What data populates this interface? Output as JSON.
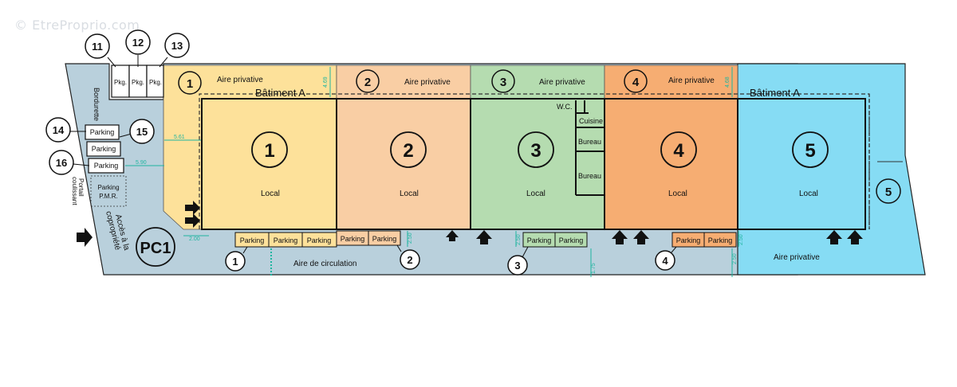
{
  "watermark": "© EtreProprio.com",
  "colors": {
    "common": "#b9d0dc",
    "lot1": "#fde19a",
    "lot2": "#f9cea4",
    "lot3": "#b5dcb0",
    "lot4": "#f6ad72",
    "lot5": "#86dcf4"
  },
  "building_label_left": "Bâtiment A",
  "building_label_right": "Bâtiment A",
  "aire_privative": "Aire privative",
  "local_label": "Local",
  "parking_label": "Parking",
  "pkg_label": "Pkg.",
  "parking_pmr_line1": "Parking",
  "parking_pmr_line2": "P.M.R.",
  "aire_circulation": "Aire de circulation",
  "bordurette": "Bordurette",
  "portail_line1": "Portail",
  "portail_line2": "coulissant",
  "acces_line1": "Accès à la",
  "acces_line2": "copropriété",
  "pc1": "PC1",
  "rooms": {
    "wc": "W.C.",
    "cuisine": "Cuisine",
    "bureau1": "Bureau",
    "bureau2": "Bureau"
  },
  "lots": {
    "big": [
      "1",
      "2",
      "3",
      "4",
      "5"
    ],
    "top": [
      "1",
      "2",
      "3",
      "4"
    ],
    "bottom": [
      "1",
      "2",
      "3",
      "4"
    ],
    "right": "5",
    "side": [
      "11",
      "12",
      "13",
      "14",
      "15",
      "16"
    ]
  },
  "dimensions": {
    "d1": "4.69",
    "d2": "4.68",
    "d3": "5.61",
    "d4": "5.90",
    "d5": "2.00",
    "d6": "2.50",
    "d7": "2.50",
    "d8": "2.50",
    "d9": "1.75",
    "d10": "2.50"
  }
}
